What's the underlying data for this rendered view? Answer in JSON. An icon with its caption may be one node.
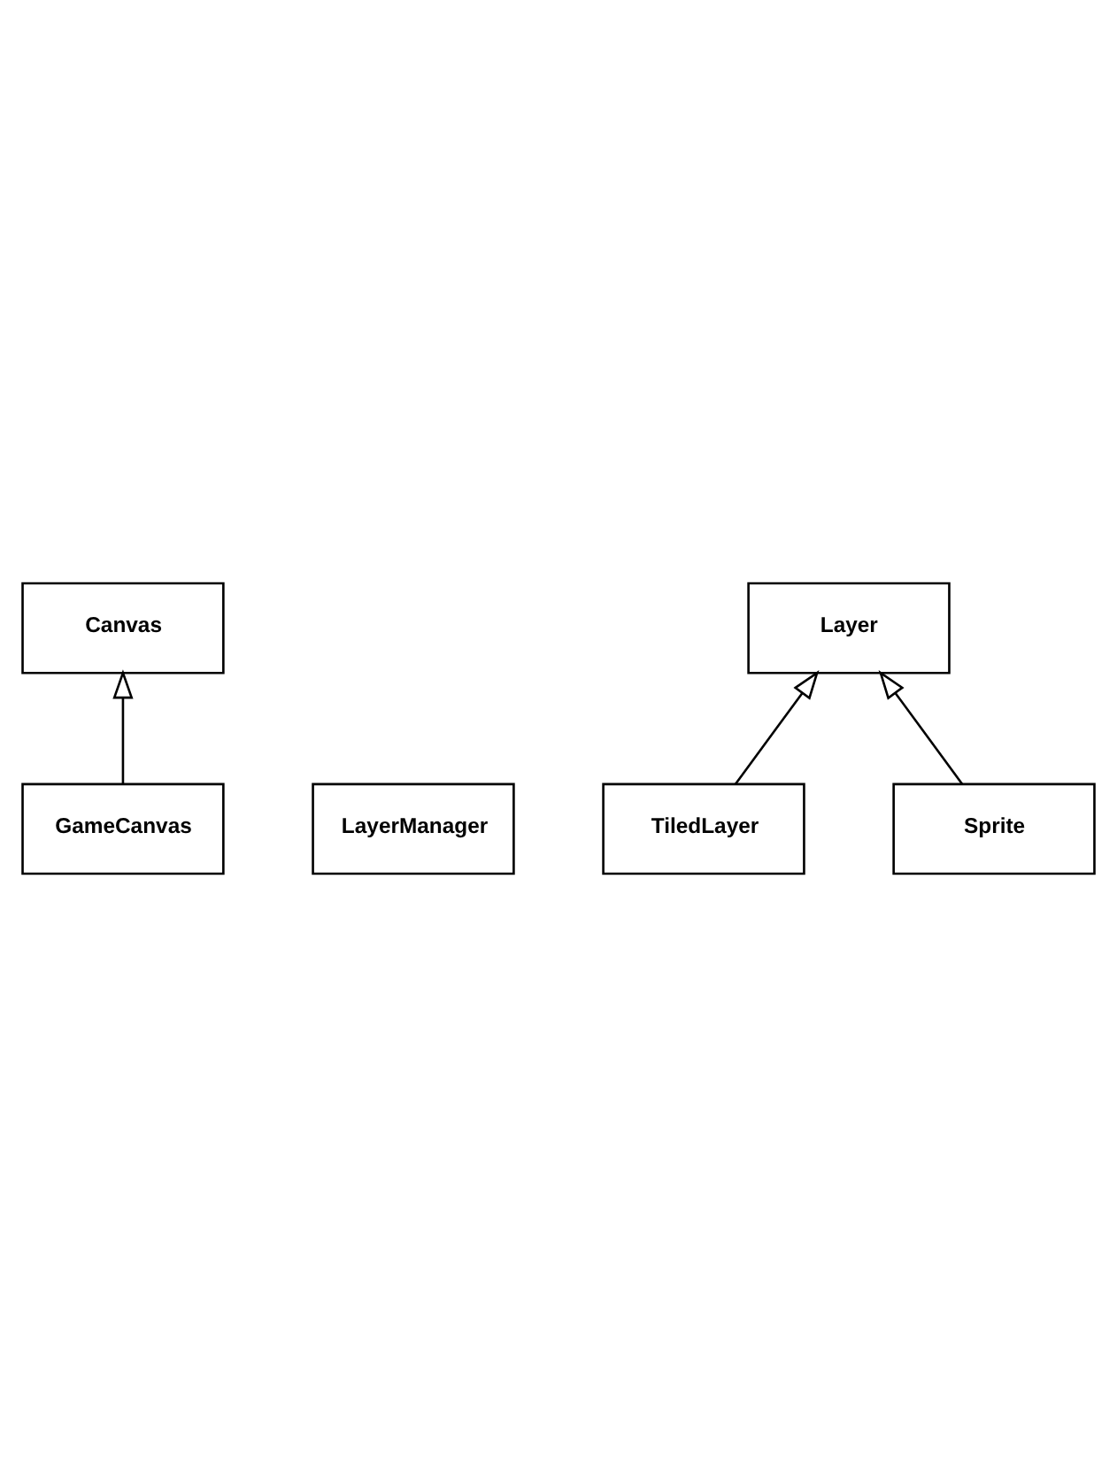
{
  "diagram": {
    "nodes": [
      {
        "text": [
          "Canvas"
        ]
      },
      {
        "text": [
          "GameCanvas"
        ]
      },
      {
        "text": [
          "LayerManager"
        ]
      },
      {
        "text": [
          "Layer"
        ]
      },
      {
        "text": [
          "TiledLayer"
        ]
      },
      {
        "text": [
          "Sprite"
        ]
      }
    ],
    "edges": [
      {
        "from": 1,
        "to": 0,
        "arrow": "to"
      },
      {
        "from": 4,
        "to": 3,
        "arrow": "to"
      },
      {
        "from": 5,
        "to": 3,
        "arrow": "to"
      }
    ]
  }
}
